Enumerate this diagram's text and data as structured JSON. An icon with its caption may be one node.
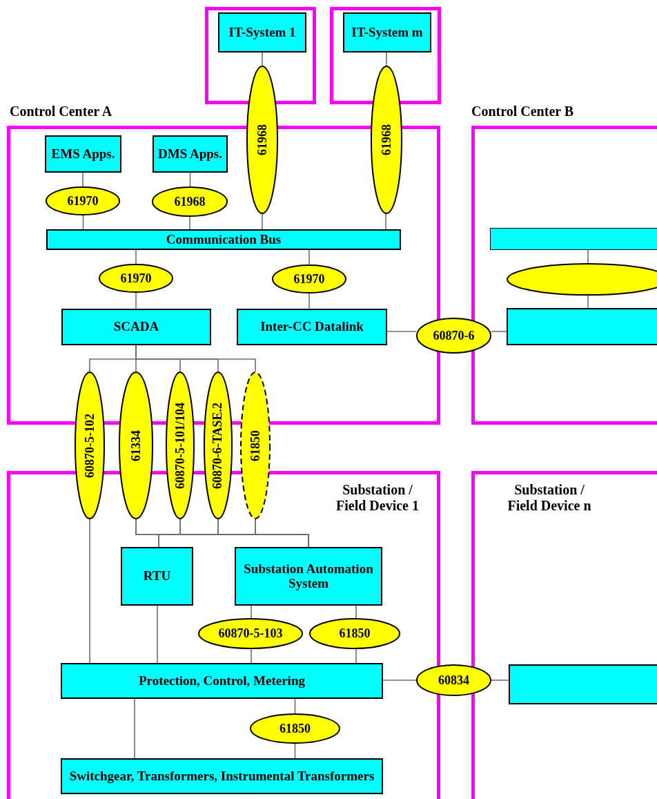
{
  "diagram": {
    "nodes": [
      {
        "text": [],
        "shape": "box"
      },
      {
        "text": [
          "IT-System 1"
        ],
        "in": 0
      },
      {
        "text": [],
        "shape": "box"
      },
      {
        "text": [
          "IT-System m"
        ],
        "in": 2
      },
      {
        "text": [
          "Control Center A"
        ]
      },
      {
        "text": [
          "EMS Apps."
        ],
        "in": 4
      },
      {
        "text": [
          "DMS Apps."
        ],
        "in": 4
      },
      {
        "text": [
          "61970"
        ],
        "in": 4
      },
      {
        "text": [
          "61968"
        ],
        "in": 4
      },
      {
        "text": [
          "61968"
        ]
      },
      {
        "text": [
          "61968"
        ]
      },
      {
        "text": [
          "Communication Bus"
        ],
        "in": 4
      },
      {
        "text": [
          "61970"
        ],
        "in": 4
      },
      {
        "text": [
          "61970"
        ],
        "in": 4
      },
      {
        "text": [
          "SCADA"
        ],
        "in": 4
      },
      {
        "text": [
          "Inter-CC Datalink"
        ],
        "in": 4
      },
      {
        "text": [
          "60870-6"
        ]
      },
      {
        "text": [
          "Control Center B"
        ]
      },
      {
        "text": [],
        "shape": "bar",
        "in": 17
      },
      {
        "text": [],
        "shape": "ellipse",
        "in": 17
      },
      {
        "text": [],
        "shape": "box",
        "in": 17
      },
      {
        "text": [
          "60870-5-102"
        ]
      },
      {
        "text": [
          "61334"
        ]
      },
      {
        "text": [
          "60870-5-101/104"
        ]
      },
      {
        "text": [
          "60870-6-TASE.2"
        ]
      },
      {
        "text": [
          "61850"
        ]
      },
      {
        "text": [
          "Substation / Field Device 1"
        ]
      },
      {
        "text": [
          "RTU"
        ],
        "in": 26
      },
      {
        "text": [
          "Substation Automation System"
        ],
        "in": 26
      },
      {
        "text": [
          "60870-5-103"
        ],
        "in": 26
      },
      {
        "text": [
          "61850"
        ],
        "in": 26
      },
      {
        "text": [
          "Protection, Control, Metering"
        ],
        "in": 26
      },
      {
        "text": [
          "61850"
        ],
        "in": 26
      },
      {
        "text": [
          "Switchgear, Transformers, Instrumental Transformers"
        ],
        "in": 26
      },
      {
        "text": [
          "Substation / Field Device n"
        ]
      },
      {
        "text": [],
        "shape": "box",
        "in": 34
      },
      {
        "text": [
          "60834"
        ]
      }
    ],
    "edges": [
      {
        "from": 1,
        "to": 9,
        "arrow": "none"
      },
      {
        "from": 9,
        "to": 11,
        "arrow": "none"
      },
      {
        "from": 3,
        "to": 10,
        "arrow": "none"
      },
      {
        "from": 10,
        "to": 11,
        "arrow": "none"
      },
      {
        "from": 5,
        "to": 7,
        "arrow": "none"
      },
      {
        "from": 7,
        "to": 11,
        "arrow": "none"
      },
      {
        "from": 6,
        "to": 8,
        "arrow": "none"
      },
      {
        "from": 8,
        "to": 11,
        "arrow": "none"
      },
      {
        "from": 11,
        "to": 12,
        "arrow": "none"
      },
      {
        "from": 12,
        "to": 14,
        "arrow": "none"
      },
      {
        "from": 11,
        "to": 13,
        "arrow": "none"
      },
      {
        "from": 13,
        "to": 15,
        "arrow": "none"
      },
      {
        "from": 15,
        "to": 16,
        "arrow": "none"
      },
      {
        "from": 16,
        "to": 20,
        "arrow": "none"
      },
      {
        "from": 18,
        "to": 19,
        "arrow": "none"
      },
      {
        "from": 19,
        "to": 20,
        "arrow": "none"
      },
      {
        "from": 14,
        "to": 21,
        "arrow": "none"
      },
      {
        "from": 14,
        "to": 22,
        "arrow": "none"
      },
      {
        "from": 14,
        "to": 23,
        "arrow": "none"
      },
      {
        "from": 14,
        "to": 24,
        "arrow": "none"
      },
      {
        "from": 14,
        "to": 25,
        "arrow": "none"
      },
      {
        "from": 22,
        "to": 27,
        "arrow": "none"
      },
      {
        "from": 22,
        "to": 28,
        "arrow": "none"
      },
      {
        "from": 23,
        "to": 27,
        "arrow": "none"
      },
      {
        "from": 23,
        "to": 28,
        "arrow": "none"
      },
      {
        "from": 24,
        "to": 27,
        "arrow": "none"
      },
      {
        "from": 24,
        "to": 28,
        "arrow": "none"
      },
      {
        "from": 25,
        "to": 27,
        "arrow": "none"
      },
      {
        "from": 25,
        "to": 28,
        "arrow": "none"
      },
      {
        "from": 21,
        "to": 31,
        "arrow": "none"
      },
      {
        "from": 27,
        "to": 31,
        "arrow": "none"
      },
      {
        "from": 28,
        "to": 29,
        "arrow": "none"
      },
      {
        "from": 29,
        "to": 31,
        "arrow": "none"
      },
      {
        "from": 28,
        "to": 30,
        "arrow": "none"
      },
      {
        "from": 30,
        "to": 31,
        "arrow": "none"
      },
      {
        "from": 31,
        "to": 32,
        "arrow": "none"
      },
      {
        "from": 32,
        "to": 33,
        "arrow": "none"
      },
      {
        "from": 31,
        "to": 33,
        "arrow": "none"
      },
      {
        "from": 31,
        "to": 36,
        "arrow": "none"
      },
      {
        "from": 36,
        "to": 35,
        "arrow": "none"
      }
    ]
  }
}
